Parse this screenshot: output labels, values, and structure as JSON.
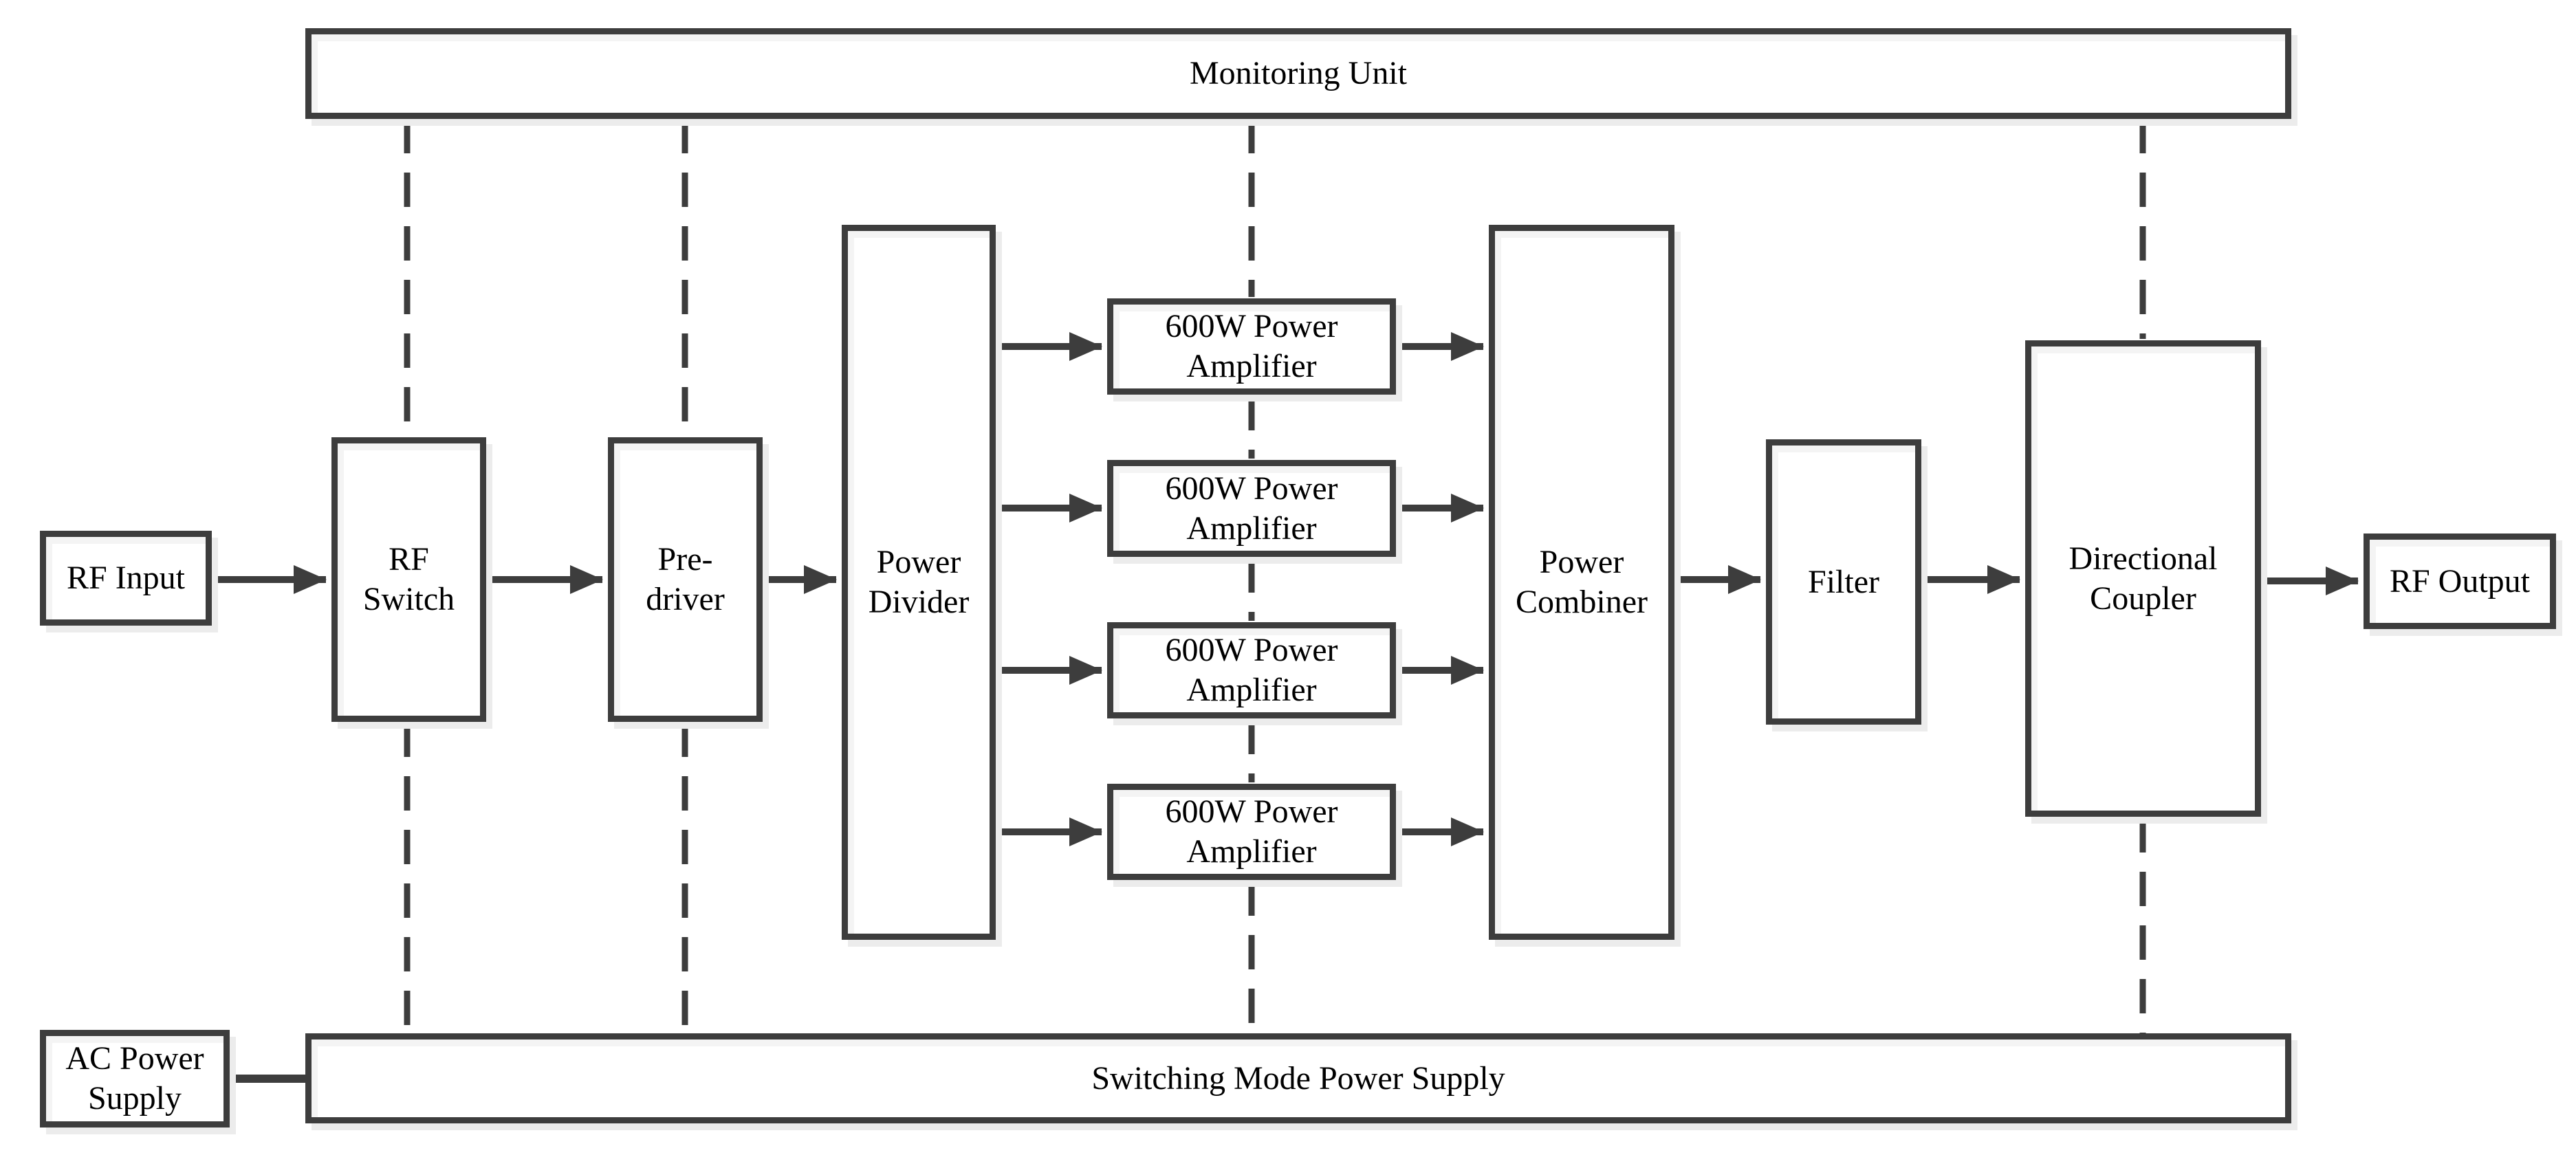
{
  "diagram": {
    "nodes": {
      "monitoring_unit": {
        "label": "Monitoring Unit"
      },
      "rf_input": {
        "label": "RF Input"
      },
      "rf_switch": {
        "lines": [
          "RF",
          "Switch"
        ]
      },
      "pre_driver": {
        "lines": [
          "Pre-",
          "driver"
        ]
      },
      "power_divider": {
        "lines": [
          "Power",
          "Divider"
        ]
      },
      "amplifiers": [
        {
          "lines": [
            "600W Power",
            "Amplifier"
          ]
        },
        {
          "lines": [
            "600W Power",
            "Amplifier"
          ]
        },
        {
          "lines": [
            "600W Power",
            "Amplifier"
          ]
        },
        {
          "lines": [
            "600W Power",
            "Amplifier"
          ]
        }
      ],
      "power_combiner": {
        "lines": [
          "Power",
          "Combiner"
        ]
      },
      "filter": {
        "label": "Filter"
      },
      "directional_coupler": {
        "lines": [
          "Directional",
          "Coupler"
        ]
      },
      "rf_output": {
        "label": "RF Output"
      },
      "smps": {
        "label": "Switching Mode Power Supply"
      },
      "ac_power": {
        "lines": [
          "AC Power",
          "Supply"
        ]
      }
    },
    "colors": {
      "line": "#3d3d3d",
      "box_fill": "#ffffff",
      "background": "#ffffff",
      "shadow": "#ececec"
    }
  }
}
